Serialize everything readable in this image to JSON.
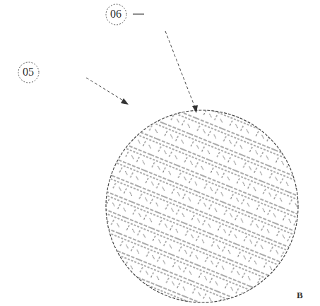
{
  "diagram": {
    "nodes": [
      {
        "text": [
          "06"
        ]
      },
      {
        "text": [
          "05"
        ]
      }
    ],
    "labels": [
      "B"
    ]
  }
}
